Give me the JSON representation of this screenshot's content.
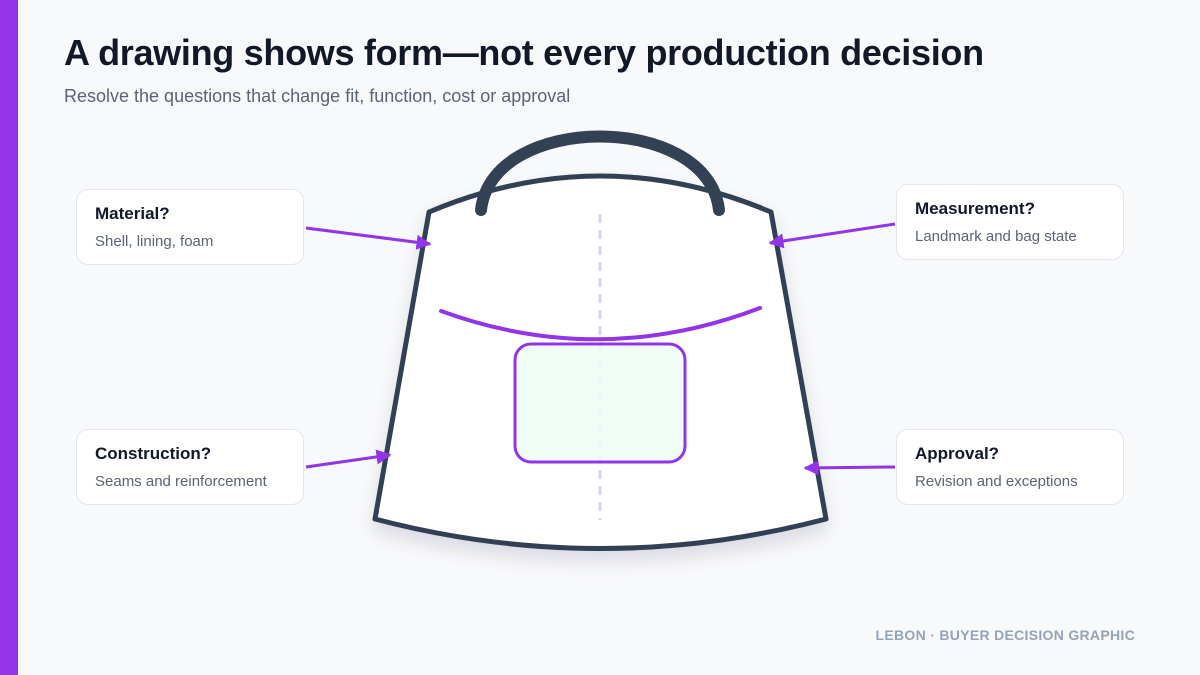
{
  "header": {
    "title": "A drawing shows form—not every production decision",
    "subtitle": "Resolve the questions that change fit, function, cost or approval"
  },
  "callouts": [
    {
      "id": "material",
      "title": "Material?",
      "text": "Shell, lining, foam"
    },
    {
      "id": "measurement",
      "title": "Measurement?",
      "text": "Landmark and bag state"
    },
    {
      "id": "construction",
      "title": "Construction?",
      "text": "Seams and reinforcement"
    },
    {
      "id": "approval",
      "title": "Approval?",
      "text": "Revision and exceptions"
    }
  ],
  "footer": {
    "credit": "LEBON · BUYER DECISION GRAPHIC"
  },
  "colors": {
    "accent": "#9333ea",
    "bag_outline": "#334155",
    "pocket_fill": "#ecfdf5",
    "text_primary": "#111827",
    "text_secondary": "#5b6472",
    "footer_text": "#94a3b8",
    "background": "#f8f9fb"
  }
}
